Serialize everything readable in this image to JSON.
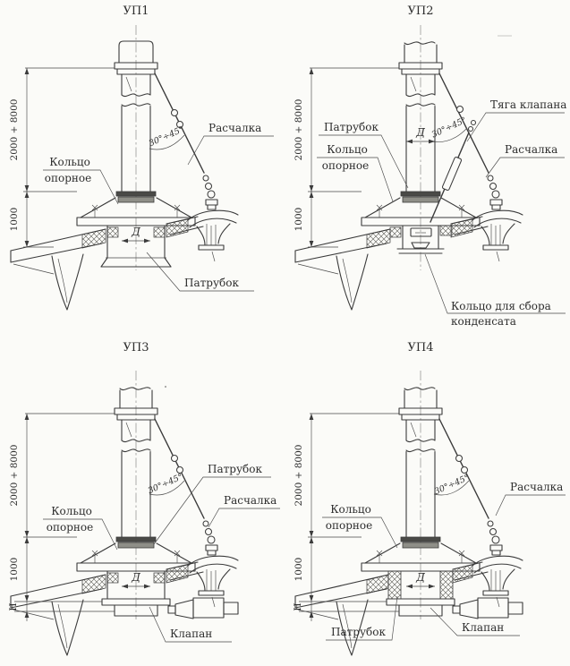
{
  "sheet": {
    "paper_color": "#fbfbf8",
    "ink_color": "#3b3b3b",
    "description_labels_language": "ru"
  },
  "diagrams": [
    {
      "title": "УП1",
      "angle": "30°÷45°",
      "diameter": "Д",
      "dims": {
        "height": "2000 + 8000",
        "ring": "1000"
      },
      "labels": {
        "raschalka": "Расчалка",
        "kolco_line1": "Кольцо",
        "kolco_line2": "опорное",
        "patrubok": "Патрубок"
      }
    },
    {
      "title": "УП2",
      "angle": "30°÷45°",
      "diameter": "Д",
      "dims": {
        "height": "2000 + 8000",
        "ring": "1000"
      },
      "labels": {
        "tyaga": "Тяга клапана",
        "patrubok": "Патрубок",
        "kolco_line1": "Кольцо",
        "kolco_line2": "опорное",
        "raschalka": "Расчалка",
        "kondensat_line1": "Кольцо для сбора",
        "kondensat_line2": "конденсата"
      }
    },
    {
      "title": "УП3",
      "angle": "30°÷45°",
      "diameter": "Д",
      "dims": {
        "height": "2000 + 8000",
        "ring": "1000",
        "h": "Н"
      },
      "labels": {
        "patrubok": "Патрубок",
        "raschalka": "Расчалка",
        "kolco_line1": "Кольцо",
        "kolco_line2": "опорное",
        "klapan": "Клапан"
      }
    },
    {
      "title": "УП4",
      "angle": "30°÷45°",
      "diameter": "Д",
      "dims": {
        "height": "2000 + 8000",
        "ring": "1000",
        "h": "Н"
      },
      "labels": {
        "raschalka": "Расчалка",
        "kolco_line1": "Кольцо",
        "kolco_line2": "опорное",
        "patrubok": "Патрубок",
        "klapan": "Клапан"
      }
    }
  ]
}
